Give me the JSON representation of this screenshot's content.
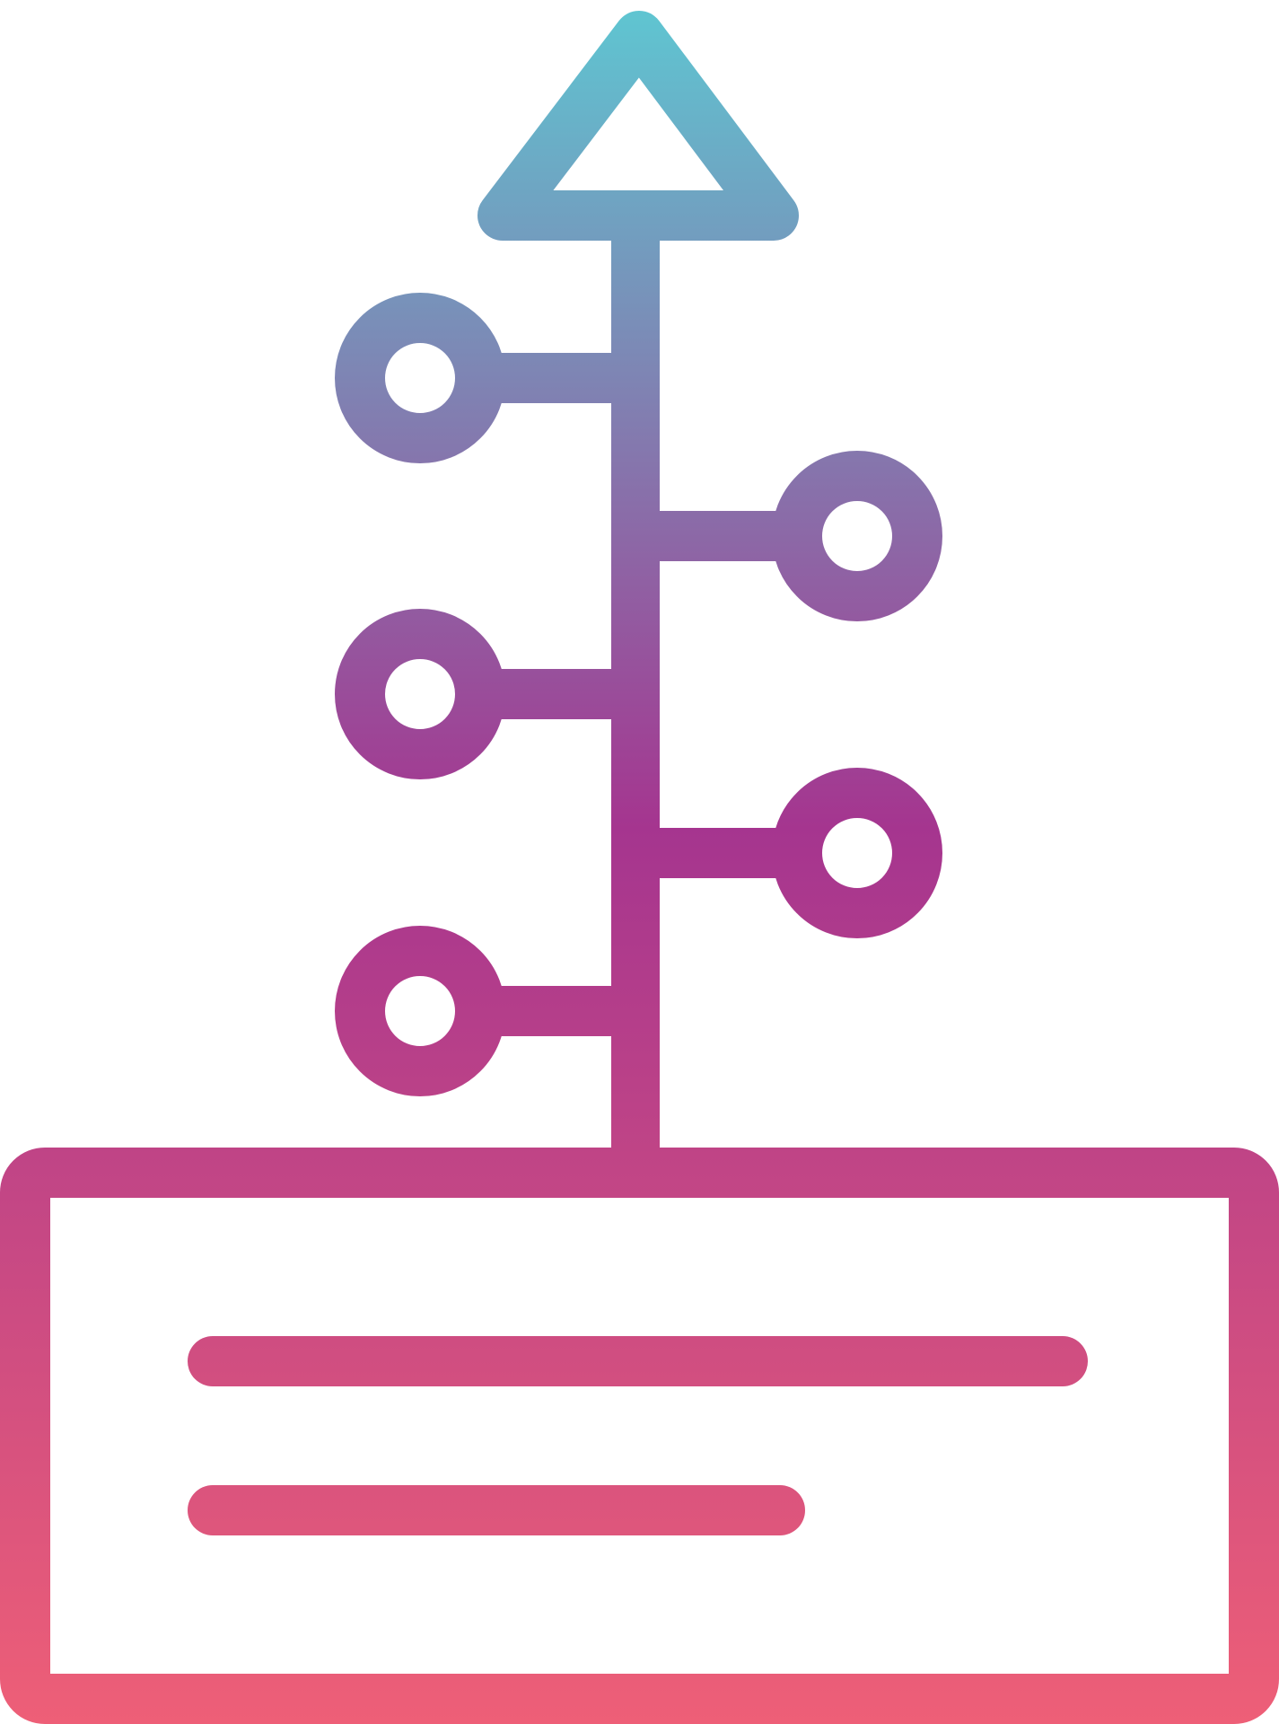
{
  "icon": {
    "name": "timeline-milestones-icon",
    "gradient": {
      "top_color": "#5ec7d2",
      "middle_color": "#a5358f",
      "bottom_color": "#ee5f77"
    },
    "milestones": [
      {
        "side": "left"
      },
      {
        "side": "right"
      },
      {
        "side": "left"
      },
      {
        "side": "right"
      },
      {
        "side": "left"
      }
    ],
    "text_lines": [
      {
        "length": "long"
      },
      {
        "length": "short"
      }
    ]
  }
}
